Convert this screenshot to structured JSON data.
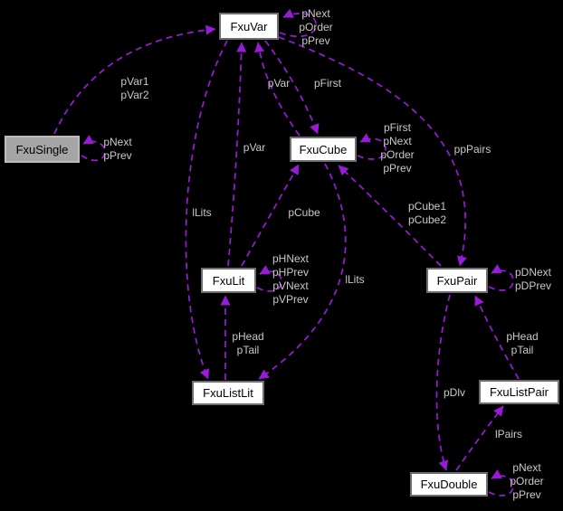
{
  "diagram": {
    "type": "collaboration-graph",
    "colors": {
      "background": "#000000",
      "edge": "#9a1ad9",
      "edge_label": "#c9c9c9",
      "node_fill": "#ffffff",
      "node_border": "#6e6e6e",
      "node_text": "#000000",
      "highlight_fill": "#a5a5a5",
      "highlight_border": "#bdbdbd"
    },
    "nodes": [
      {
        "id": "fxuvar",
        "label": "FxuVar",
        "highlighted": false
      },
      {
        "id": "fxusingle",
        "label": "FxuSingle",
        "highlighted": true
      },
      {
        "id": "fxucube",
        "label": "FxuCube",
        "highlighted": false
      },
      {
        "id": "fxulit",
        "label": "FxuLit",
        "highlighted": false
      },
      {
        "id": "fxulistlit",
        "label": "FxuListLit",
        "highlighted": false
      },
      {
        "id": "fxupair",
        "label": "FxuPair",
        "highlighted": false
      },
      {
        "id": "fxulistpair",
        "label": "FxuListPair",
        "highlighted": false
      },
      {
        "id": "fxudouble",
        "label": "FxuDouble",
        "highlighted": false
      }
    ],
    "edge_labels": [
      {
        "id": "fxuvar-self",
        "text": "pNext\npOrder\npPrev"
      },
      {
        "id": "fxusingle-to-fxuvar",
        "text": "pVar1\npVar2"
      },
      {
        "id": "fxusingle-self",
        "text": "pNext\npPrev"
      },
      {
        "id": "fxucube-to-fxuvar",
        "text": "pVar"
      },
      {
        "id": "fxuvar-to-fxucube",
        "text": "pFirst"
      },
      {
        "id": "fxulit-to-fxuvar",
        "text": "pVar"
      },
      {
        "id": "fxuvar-to-fxulistlit",
        "text": "lLits"
      },
      {
        "id": "fxulit-to-fxucube",
        "text": "pCube"
      },
      {
        "id": "fxucube-self",
        "text": "pFirst\npNext\npOrder\npPrev"
      },
      {
        "id": "fxuvar-to-fxupair",
        "text": "ppPairs"
      },
      {
        "id": "fxupair-to-fxucube",
        "text": "pCube1\npCube2"
      },
      {
        "id": "fxulit-self",
        "text": "pHNext\npHPrev\npVNext\npVPrev"
      },
      {
        "id": "fxucube-to-fxulistlit",
        "text": "lLits"
      },
      {
        "id": "fxupair-self",
        "text": "pDNext\npDPrev"
      },
      {
        "id": "fxulistlit-to-fxulit",
        "text": "pHead\npTail"
      },
      {
        "id": "fxulistpair-to-fxupair",
        "text": "pHead\npTail"
      },
      {
        "id": "fxupair-to-fxudouble",
        "text": "pDlv"
      },
      {
        "id": "fxudouble-to-fxulistpair",
        "text": "lPairs"
      },
      {
        "id": "fxudouble-self",
        "text": "pNext\npOrder\npPrev"
      }
    ],
    "edges": [
      {
        "from": "FxuSingle",
        "to": "FxuVar",
        "label": "pVar1 pVar2"
      },
      {
        "from": "FxuVar",
        "to": "FxuVar",
        "label": "pNext pOrder pPrev"
      },
      {
        "from": "FxuSingle",
        "to": "FxuSingle",
        "label": "pNext pPrev"
      },
      {
        "from": "FxuCube",
        "to": "FxuVar",
        "label": "pVar"
      },
      {
        "from": "FxuVar",
        "to": "FxuCube",
        "label": "pFirst"
      },
      {
        "from": "FxuLit",
        "to": "FxuVar",
        "label": "pVar"
      },
      {
        "from": "FxuVar",
        "to": "FxuListLit",
        "label": "lLits"
      },
      {
        "from": "FxuCube",
        "to": "FxuCube",
        "label": "pFirst pNext pOrder pPrev"
      },
      {
        "from": "FxuLit",
        "to": "FxuCube",
        "label": "pCube"
      },
      {
        "from": "FxuPair",
        "to": "FxuCube",
        "label": "pCube1 pCube2"
      },
      {
        "from": "FxuCube",
        "to": "FxuListLit",
        "label": "lLits"
      },
      {
        "from": "FxuVar",
        "to": "FxuPair",
        "label": "ppPairs"
      },
      {
        "from": "FxuLit",
        "to": "FxuLit",
        "label": "pHNext pHPrev pVNext pVPrev"
      },
      {
        "from": "FxuListPair",
        "to": "FxuPair",
        "label": "pHead pTail"
      },
      {
        "from": "FxuPair",
        "to": "FxuPair",
        "label": "pDNext pDPrev"
      },
      {
        "from": "FxuPair",
        "to": "FxuDouble",
        "label": "pDlv"
      },
      {
        "from": "FxuDouble",
        "to": "FxuListPair",
        "label": "lPairs"
      },
      {
        "from": "FxuListLit",
        "to": "FxuLit",
        "label": "pHead pTail"
      },
      {
        "from": "FxuDouble",
        "to": "FxuDouble",
        "label": "pNext pOrder pPrev"
      }
    ]
  }
}
